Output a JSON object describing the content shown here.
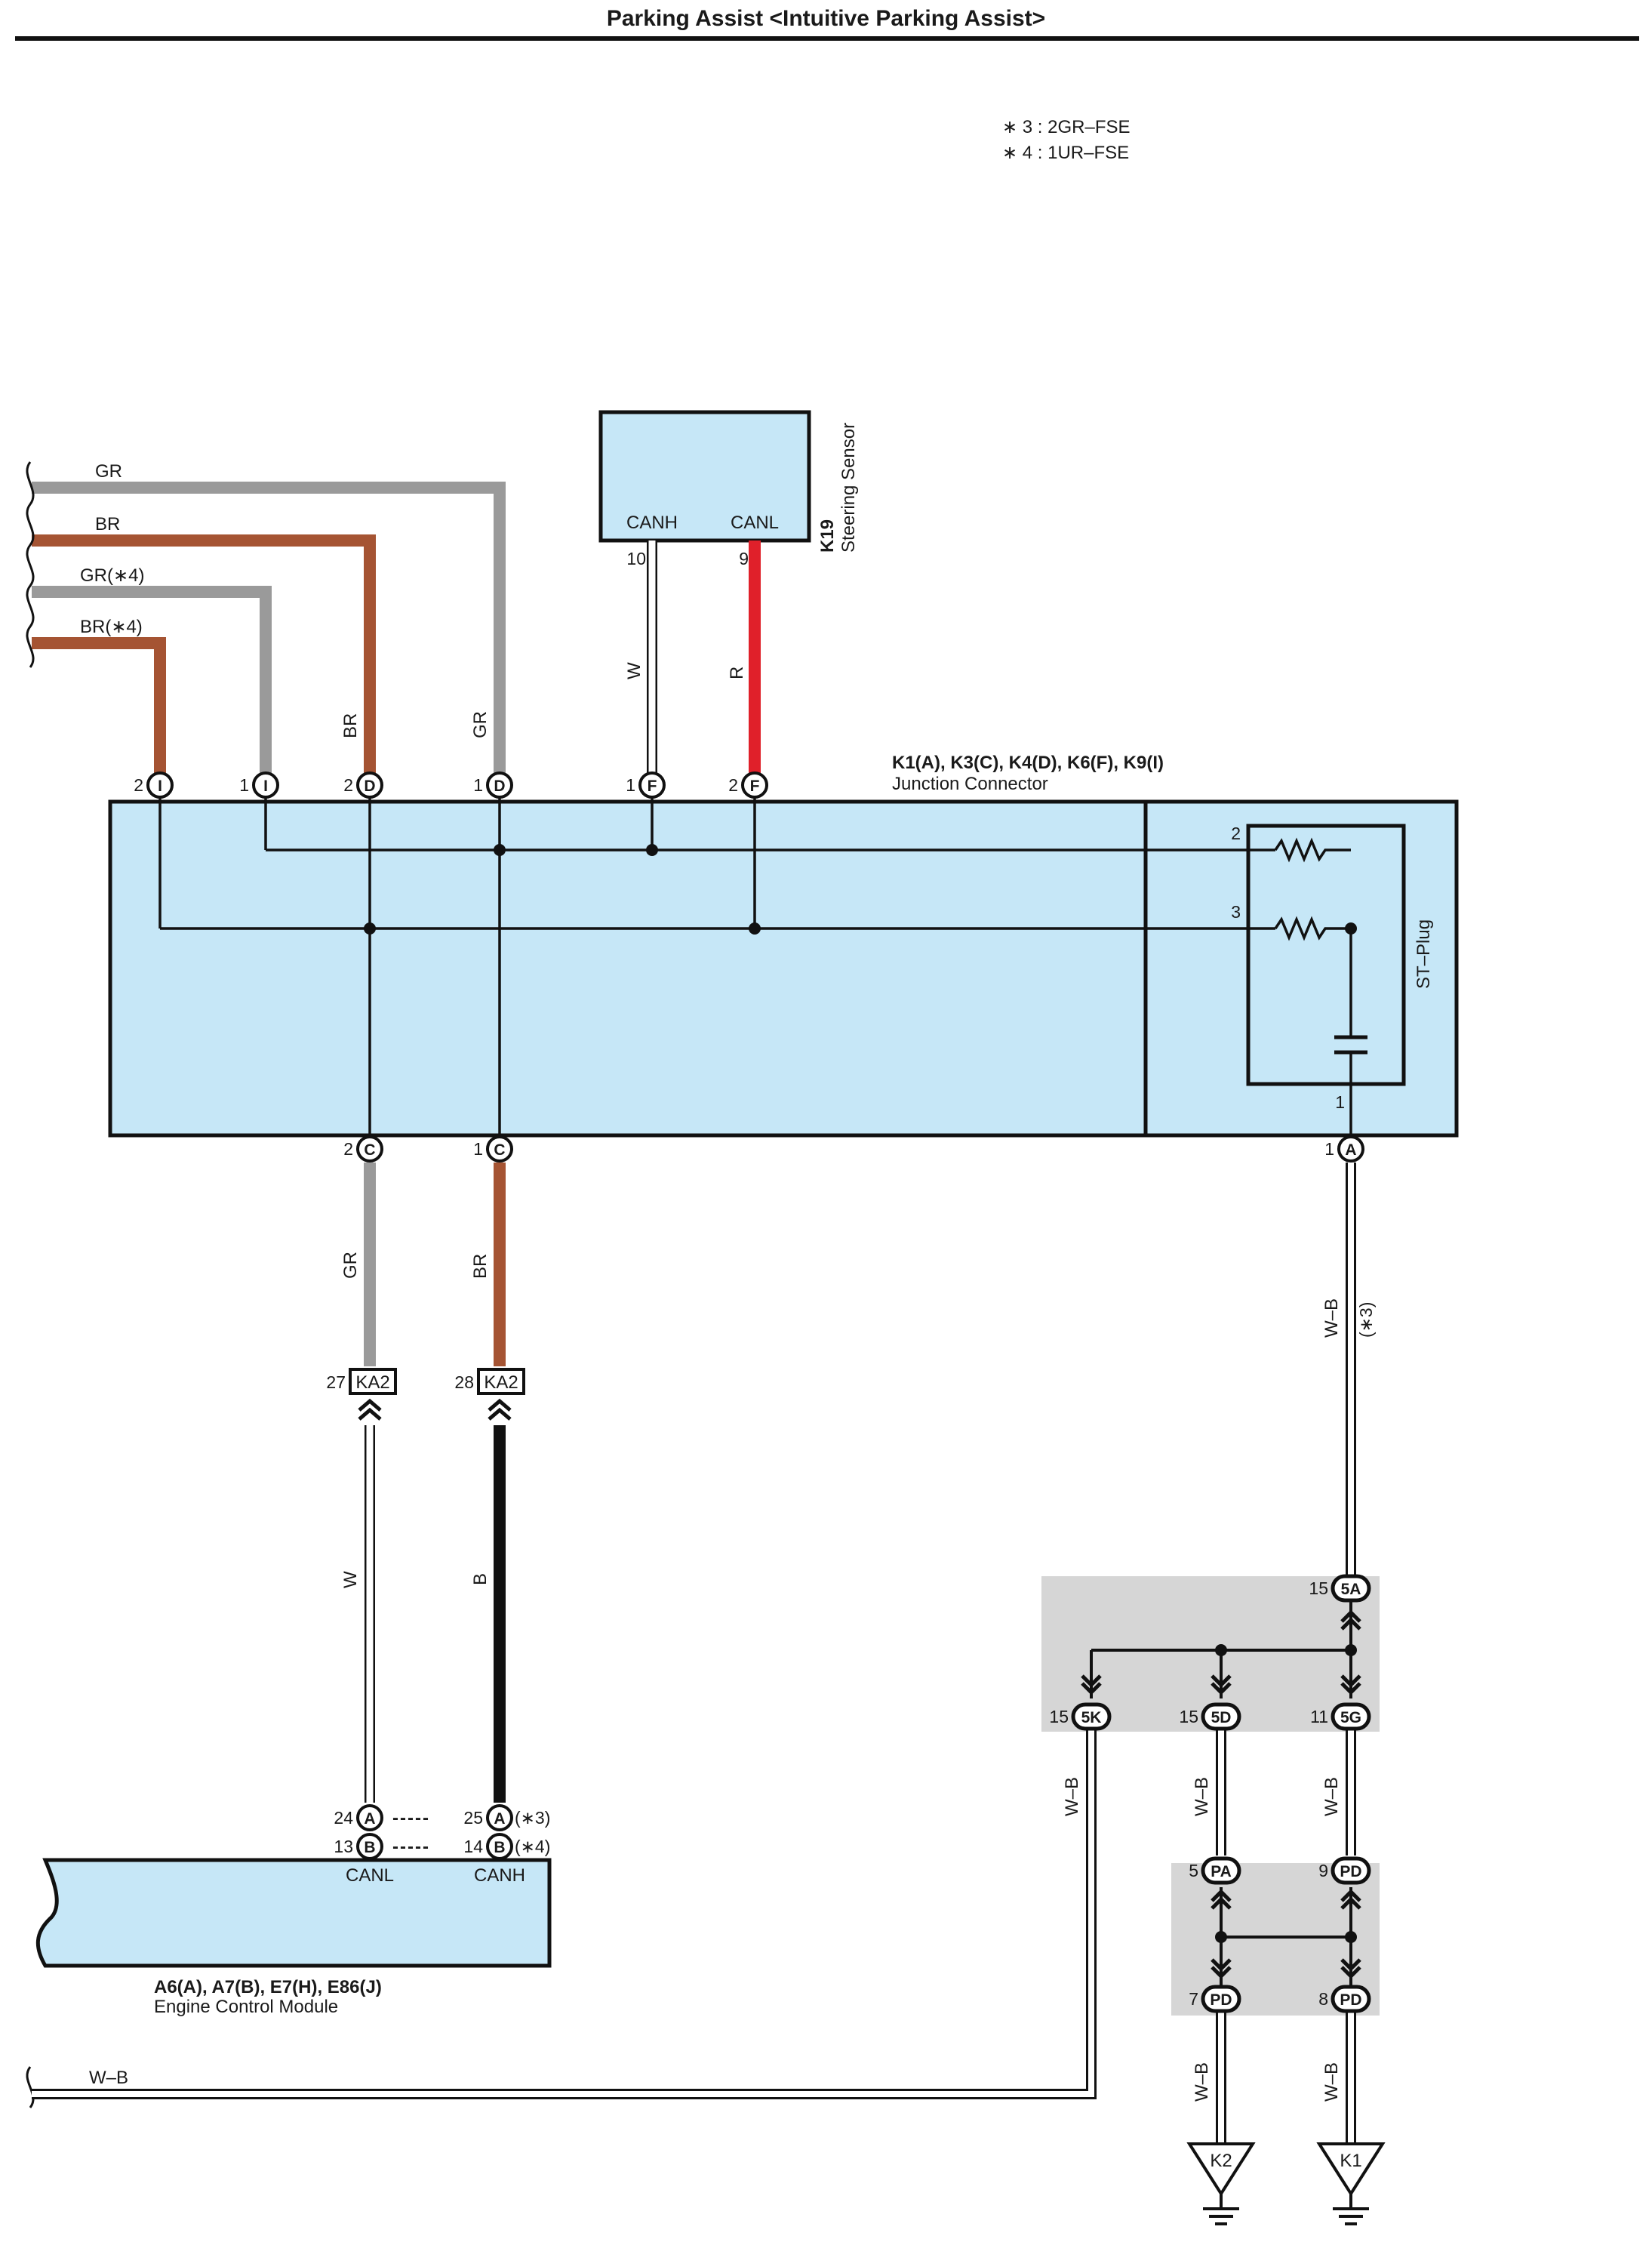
{
  "title": "Parking Assist <Intuitive Parking Assist>",
  "notes": [
    "∗ 3 : 2GR–FSE",
    "∗ 4 : 1UR–FSE"
  ],
  "colors": {
    "box_fill": "#c6e7f7",
    "shade": "#d6d6d6",
    "wire_gr": "#9a9a9a",
    "wire_br": "#a55433",
    "wire_r": "#e0202a",
    "wire_b": "#111111",
    "line": "#111111"
  },
  "wire_labels": {
    "left_gr": "GR",
    "left_br": "BR",
    "left_gr4": "GR(∗4)",
    "left_br4": "BR(∗4)",
    "d2": "BR",
    "d1": "GR",
    "f1": "W",
    "f2": "R",
    "c2": "GR",
    "c1": "BR",
    "ka2_27": "W",
    "ka2_28": "B",
    "a1": "W–B",
    "a1_note": "(∗3)",
    "j5k": "W–B",
    "j5d": "W–B",
    "j5g": "W–B",
    "jpd7": "W–B",
    "jpd8": "W–B",
    "bottom": "W–B"
  },
  "sensor": {
    "code": "K19",
    "name": "Steering Sensor",
    "pin_canh": "CANH",
    "pin_canl": "CANL",
    "pin_canh_num": "10",
    "pin_canl_num": "9"
  },
  "junction": {
    "codes": "K1(A), K3(C), K4(D), K6(F), K9(I)",
    "name": "Junction Connector",
    "st_plug": "ST–Plug",
    "inner_pins": [
      "2",
      "3",
      "1"
    ]
  },
  "ecm": {
    "codes": "A6(A), A7(B), E7(H), E86(J)",
    "name": "Engine Control Module",
    "canl": "CANL",
    "canh": "CANH",
    "note3": "(∗3)",
    "note4": "(∗4)",
    "dash": "-----"
  },
  "connectors": [
    {
      "id": "t-i2",
      "num": "2",
      "letter": "I"
    },
    {
      "id": "t-i1",
      "num": "1",
      "letter": "I"
    },
    {
      "id": "t-d2",
      "num": "2",
      "letter": "D"
    },
    {
      "id": "t-d1",
      "num": "1",
      "letter": "D"
    },
    {
      "id": "t-f1",
      "num": "1",
      "letter": "F"
    },
    {
      "id": "t-f2",
      "num": "2",
      "letter": "F"
    },
    {
      "id": "b-c2",
      "num": "2",
      "letter": "C"
    },
    {
      "id": "b-c1",
      "num": "1",
      "letter": "C"
    },
    {
      "id": "b-a1",
      "num": "1",
      "letter": "A"
    },
    {
      "id": "e-a24",
      "num": "24",
      "letter": "A"
    },
    {
      "id": "e-a25",
      "num": "25",
      "letter": "A"
    },
    {
      "id": "e-b13",
      "num": "13",
      "letter": "B"
    },
    {
      "id": "e-b14",
      "num": "14",
      "letter": "B"
    },
    {
      "id": "j-5a",
      "num": "15",
      "letter": "5A"
    },
    {
      "id": "j-5k",
      "num": "15",
      "letter": "5K"
    },
    {
      "id": "j-5d",
      "num": "15",
      "letter": "5D"
    },
    {
      "id": "j-5g",
      "num": "11",
      "letter": "5G"
    },
    {
      "id": "j-pa",
      "num": "5",
      "letter": "PA"
    },
    {
      "id": "j-pd9",
      "num": "9",
      "letter": "PD"
    },
    {
      "id": "j-pd7",
      "num": "7",
      "letter": "PD"
    },
    {
      "id": "j-pd8",
      "num": "8",
      "letter": "PD"
    }
  ],
  "ka2": [
    {
      "num": "27",
      "label": "KA2"
    },
    {
      "num": "28",
      "label": "KA2"
    }
  ],
  "grounds": [
    "K2",
    "K1"
  ]
}
